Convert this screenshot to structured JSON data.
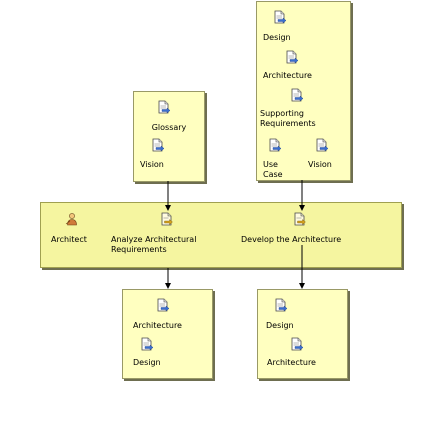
{
  "top_left_artifacts": {
    "glossary": "Glossary",
    "vision": "Vision"
  },
  "top_right_artifacts": {
    "design": "Design",
    "architecture": "Architecture",
    "supporting_requirements": "Supporting Requirements",
    "use_case": "Use Case",
    "vision": "Vision"
  },
  "activity_band": {
    "role": "Architect",
    "activity_1": "Analyze Architectural Requirements",
    "activity_2": "Develop the Architecture"
  },
  "bottom_left_artifacts": {
    "architecture": "Architecture",
    "design": "Design"
  },
  "bottom_right_artifacts": {
    "design": "Design",
    "architecture": "Architecture"
  },
  "icons": {
    "artifact": "document-artifact-icon",
    "role": "role-person-icon",
    "activity": "activity-icon"
  }
}
